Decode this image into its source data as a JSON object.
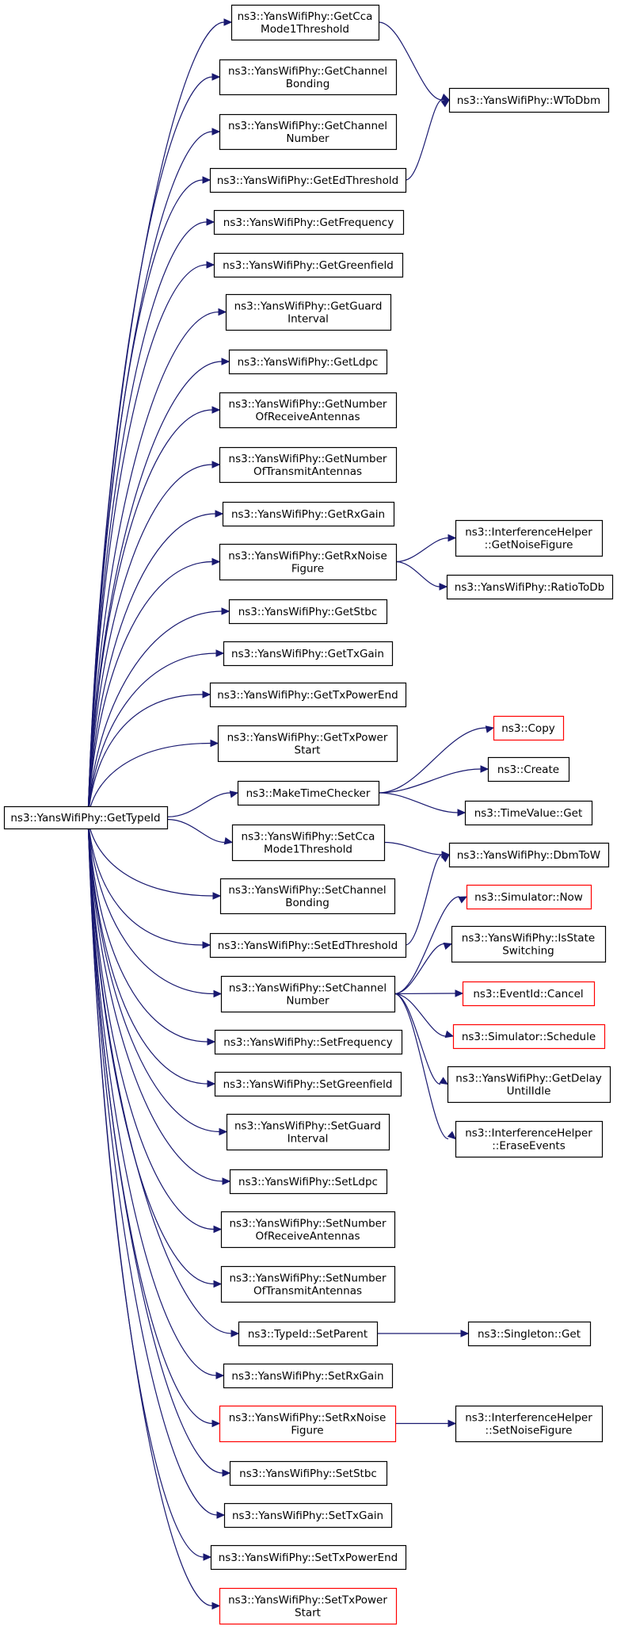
{
  "root": {
    "id": "root",
    "lines": [
      "ns3::YansWifiPhy::GetTypeId"
    ],
    "style": "root"
  },
  "nodes": [
    {
      "id": "n1",
      "lines": [
        "ns3::YansWifiPhy::GetCca",
        "Mode1Threshold"
      ]
    },
    {
      "id": "n2",
      "lines": [
        "ns3::YansWifiPhy::GetChannel",
        "Bonding"
      ]
    },
    {
      "id": "n3",
      "lines": [
        "ns3::YansWifiPhy::GetChannel",
        "Number"
      ]
    },
    {
      "id": "n4",
      "lines": [
        "ns3::YansWifiPhy::GetEdThreshold"
      ]
    },
    {
      "id": "n5",
      "lines": [
        "ns3::YansWifiPhy::GetFrequency"
      ]
    },
    {
      "id": "n6",
      "lines": [
        "ns3::YansWifiPhy::GetGreenfield"
      ]
    },
    {
      "id": "n7",
      "lines": [
        "ns3::YansWifiPhy::GetGuard",
        "Interval"
      ]
    },
    {
      "id": "n8",
      "lines": [
        "ns3::YansWifiPhy::GetLdpc"
      ]
    },
    {
      "id": "n9",
      "lines": [
        "ns3::YansWifiPhy::GetNumber",
        "OfReceiveAntennas"
      ]
    },
    {
      "id": "n10",
      "lines": [
        "ns3::YansWifiPhy::GetNumber",
        "OfTransmitAntennas"
      ]
    },
    {
      "id": "n11",
      "lines": [
        "ns3::YansWifiPhy::GetRxGain"
      ]
    },
    {
      "id": "n12",
      "lines": [
        "ns3::YansWifiPhy::GetRxNoise",
        "Figure"
      ]
    },
    {
      "id": "n13",
      "lines": [
        "ns3::YansWifiPhy::GetStbc"
      ]
    },
    {
      "id": "n14",
      "lines": [
        "ns3::YansWifiPhy::GetTxGain"
      ]
    },
    {
      "id": "n15",
      "lines": [
        "ns3::YansWifiPhy::GetTxPowerEnd"
      ]
    },
    {
      "id": "n16",
      "lines": [
        "ns3::YansWifiPhy::GetTxPower",
        "Start"
      ]
    },
    {
      "id": "n17",
      "lines": [
        "ns3::MakeTimeChecker"
      ]
    },
    {
      "id": "n18",
      "lines": [
        "ns3::YansWifiPhy::SetCca",
        "Mode1Threshold"
      ]
    },
    {
      "id": "n19",
      "lines": [
        "ns3::YansWifiPhy::SetChannel",
        "Bonding"
      ]
    },
    {
      "id": "n20",
      "lines": [
        "ns3::YansWifiPhy::SetEdThreshold"
      ]
    },
    {
      "id": "n21",
      "lines": [
        "ns3::YansWifiPhy::SetChannel",
        "Number"
      ]
    },
    {
      "id": "n22",
      "lines": [
        "ns3::YansWifiPhy::SetFrequency"
      ]
    },
    {
      "id": "n23",
      "lines": [
        "ns3::YansWifiPhy::SetGreenfield"
      ]
    },
    {
      "id": "n24",
      "lines": [
        "ns3::YansWifiPhy::SetGuard",
        "Interval"
      ]
    },
    {
      "id": "n25",
      "lines": [
        "ns3::YansWifiPhy::SetLdpc"
      ]
    },
    {
      "id": "n26",
      "lines": [
        "ns3::YansWifiPhy::SetNumber",
        "OfReceiveAntennas"
      ]
    },
    {
      "id": "n27",
      "lines": [
        "ns3::YansWifiPhy::SetNumber",
        "OfTransmitAntennas"
      ]
    },
    {
      "id": "n28",
      "lines": [
        "ns3::TypeId::SetParent"
      ]
    },
    {
      "id": "n29",
      "lines": [
        "ns3::YansWifiPhy::SetRxGain"
      ]
    },
    {
      "id": "n30",
      "lines": [
        "ns3::YansWifiPhy::SetRxNoise",
        "Figure"
      ],
      "style": "red"
    },
    {
      "id": "n31",
      "lines": [
        "ns3::YansWifiPhy::SetStbc"
      ]
    },
    {
      "id": "n32",
      "lines": [
        "ns3::YansWifiPhy::SetTxGain"
      ]
    },
    {
      "id": "n33",
      "lines": [
        "ns3::YansWifiPhy::SetTxPowerEnd"
      ]
    },
    {
      "id": "n34",
      "lines": [
        "ns3::YansWifiPhy::SetTxPower",
        "Start"
      ],
      "style": "red"
    },
    {
      "id": "r1",
      "lines": [
        "ns3::YansWifiPhy::WToDbm"
      ]
    },
    {
      "id": "r2",
      "lines": [
        "ns3::InterferenceHelper",
        "::GetNoiseFigure"
      ]
    },
    {
      "id": "r3",
      "lines": [
        "ns3::YansWifiPhy::RatioToDb"
      ]
    },
    {
      "id": "r4",
      "lines": [
        "ns3::Copy"
      ],
      "style": "red"
    },
    {
      "id": "r5",
      "lines": [
        "ns3::Create"
      ]
    },
    {
      "id": "r6",
      "lines": [
        "ns3::TimeValue::Get"
      ]
    },
    {
      "id": "r7",
      "lines": [
        "ns3::YansWifiPhy::DbmToW"
      ]
    },
    {
      "id": "r8",
      "lines": [
        "ns3::Simulator::Now"
      ],
      "style": "red"
    },
    {
      "id": "r9",
      "lines": [
        "ns3::YansWifiPhy::IsState",
        "Switching"
      ]
    },
    {
      "id": "r10",
      "lines": [
        "ns3::EventId::Cancel"
      ],
      "style": "red"
    },
    {
      "id": "r11",
      "lines": [
        "ns3::Simulator::Schedule"
      ],
      "style": "red"
    },
    {
      "id": "r12",
      "lines": [
        "ns3::YansWifiPhy::GetDelay",
        "UntilIdle"
      ]
    },
    {
      "id": "r13",
      "lines": [
        "ns3::InterferenceHelper",
        "::EraseEvents"
      ]
    },
    {
      "id": "r14",
      "lines": [
        "ns3::Singleton::Get"
      ]
    },
    {
      "id": "r15",
      "lines": [
        "ns3::InterferenceHelper",
        "::SetNoiseFigure"
      ]
    }
  ],
  "edges": [
    [
      "root",
      "n1"
    ],
    [
      "root",
      "n2"
    ],
    [
      "root",
      "n3"
    ],
    [
      "root",
      "n4"
    ],
    [
      "root",
      "n5"
    ],
    [
      "root",
      "n6"
    ],
    [
      "root",
      "n7"
    ],
    [
      "root",
      "n8"
    ],
    [
      "root",
      "n9"
    ],
    [
      "root",
      "n10"
    ],
    [
      "root",
      "n11"
    ],
    [
      "root",
      "n12"
    ],
    [
      "root",
      "n13"
    ],
    [
      "root",
      "n14"
    ],
    [
      "root",
      "n15"
    ],
    [
      "root",
      "n16"
    ],
    [
      "root",
      "n17"
    ],
    [
      "root",
      "n18"
    ],
    [
      "root",
      "n19"
    ],
    [
      "root",
      "n20"
    ],
    [
      "root",
      "n21"
    ],
    [
      "root",
      "n22"
    ],
    [
      "root",
      "n23"
    ],
    [
      "root",
      "n24"
    ],
    [
      "root",
      "n25"
    ],
    [
      "root",
      "n26"
    ],
    [
      "root",
      "n27"
    ],
    [
      "root",
      "n28"
    ],
    [
      "root",
      "n29"
    ],
    [
      "root",
      "n30"
    ],
    [
      "root",
      "n31"
    ],
    [
      "root",
      "n32"
    ],
    [
      "root",
      "n33"
    ],
    [
      "root",
      "n34"
    ],
    [
      "n1",
      "r1"
    ],
    [
      "n4",
      "r1"
    ],
    [
      "n12",
      "r2"
    ],
    [
      "n12",
      "r3"
    ],
    [
      "n17",
      "r4"
    ],
    [
      "n17",
      "r5"
    ],
    [
      "n17",
      "r6"
    ],
    [
      "n18",
      "r7"
    ],
    [
      "n20",
      "r7"
    ],
    [
      "n21",
      "r8"
    ],
    [
      "n21",
      "r9"
    ],
    [
      "n21",
      "r10"
    ],
    [
      "n21",
      "r11"
    ],
    [
      "n21",
      "r12"
    ],
    [
      "n21",
      "r13"
    ],
    [
      "n28",
      "r14"
    ],
    [
      "n30",
      "r15"
    ]
  ],
  "colors": {
    "edge": "#191970",
    "border": "#000000",
    "root_fill": "#bfbfbf",
    "red_border": "#ff0000"
  }
}
